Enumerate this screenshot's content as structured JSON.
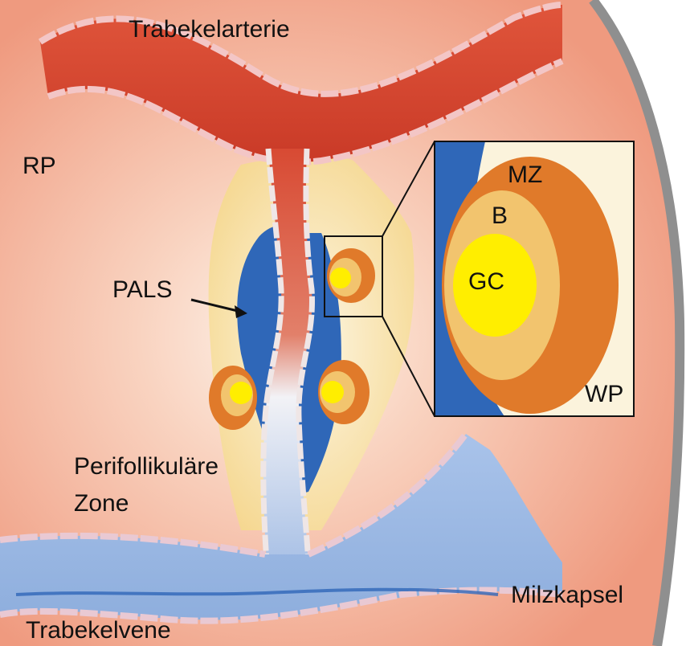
{
  "labels": {
    "trabekelarterie": "Trabekelarterie",
    "rp": "RP",
    "pals": "PALS",
    "perifollikulaere_line1": "Perifollikuläre",
    "perifollikulaere_line2": "Zone",
    "milzkapsel": "Milzkapsel",
    "trabekelvene": "Trabekelvene",
    "inset_mz": "MZ",
    "inset_b": "B",
    "inset_gc": "GC",
    "inset_wp": "WP"
  },
  "colors": {
    "red_pulp": "#f0a38b",
    "artery": "#d8442f",
    "vein": "#9db9e3",
    "pals": "#2f67b8",
    "marginal_zone": "#e07a2a",
    "b_zone": "#f2c46e",
    "germinal_center": "#ffee00",
    "white_pulp": "#fbf3dc",
    "capsule": "#8f8f8f"
  }
}
